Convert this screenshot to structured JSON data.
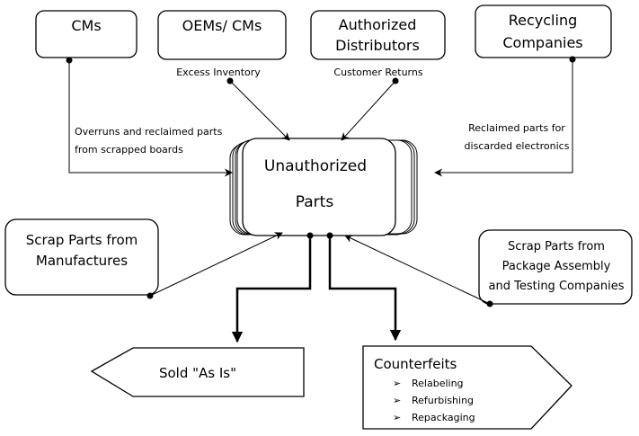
{
  "nodes": {
    "cms": "CMs",
    "oems_cms": "OEMs/ CMs",
    "authorized_distributors": [
      "Authorized",
      "Distributors"
    ],
    "recycling_companies": [
      "Recycling",
      "Companies"
    ],
    "unauthorized_parts": [
      "Unauthorized",
      "Parts"
    ],
    "scrap_manufactures": [
      "Scrap Parts from",
      "Manufactures"
    ],
    "scrap_package": [
      "Scrap Parts from",
      "Package Assembly",
      "and Testing Companies"
    ],
    "sold_as_is": "Sold \"As Is\"",
    "counterfeits": {
      "title": "Counterfeits",
      "items": [
        "Relabeling",
        "Refurbishing",
        "Repackaging"
      ]
    }
  },
  "edge_labels": {
    "excess_inventory": "Excess Inventory",
    "customer_returns": "Customer Returns",
    "overruns": [
      "Overruns and reclaimed parts",
      "from scrapped boards"
    ],
    "reclaimed_parts": [
      "Reclaimed parts for",
      "discarded electronics"
    ]
  },
  "bullet_glyph": "➢"
}
